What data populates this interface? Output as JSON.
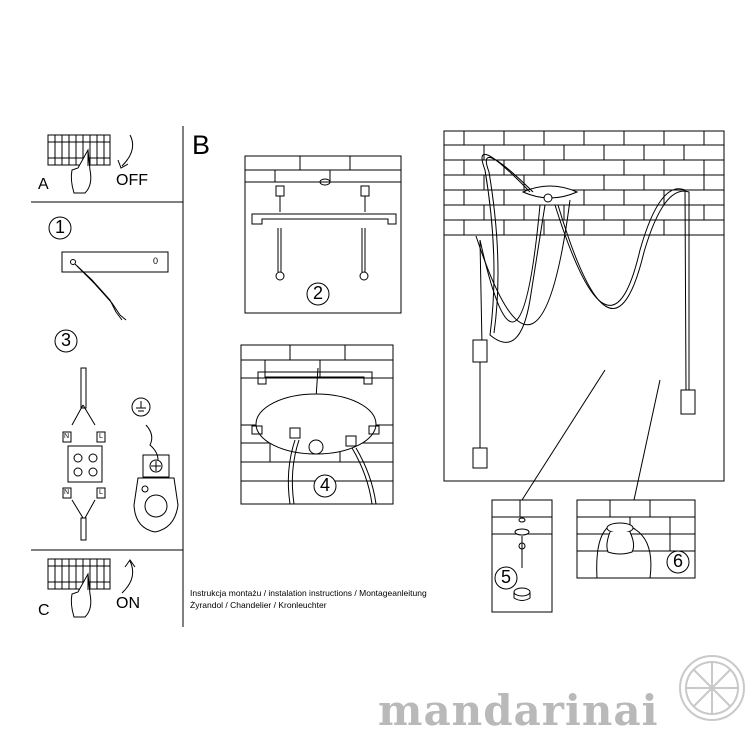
{
  "panels": {
    "a": {
      "letter": "A",
      "action": "OFF"
    },
    "b": {
      "letter": "B"
    },
    "c": {
      "letter": "C",
      "action": "ON"
    }
  },
  "steps": [
    "1",
    "2",
    "3",
    "4",
    "5",
    "6"
  ],
  "terminal_labels": {
    "top_left": "N",
    "top_right": "L",
    "bottom_left": "N",
    "bottom_right": "L"
  },
  "plate_mark": "0",
  "footer": {
    "line1": "Instrukcja montażu / instalation instructions / Montageanleitung",
    "line2": "Żyrandol / Chandelier / Kronleuchter"
  },
  "watermark": "mandarinai",
  "icons": [
    "breaker-icon",
    "hand-icon",
    "arrow-icon",
    "ground-icon",
    "screw-icon"
  ]
}
